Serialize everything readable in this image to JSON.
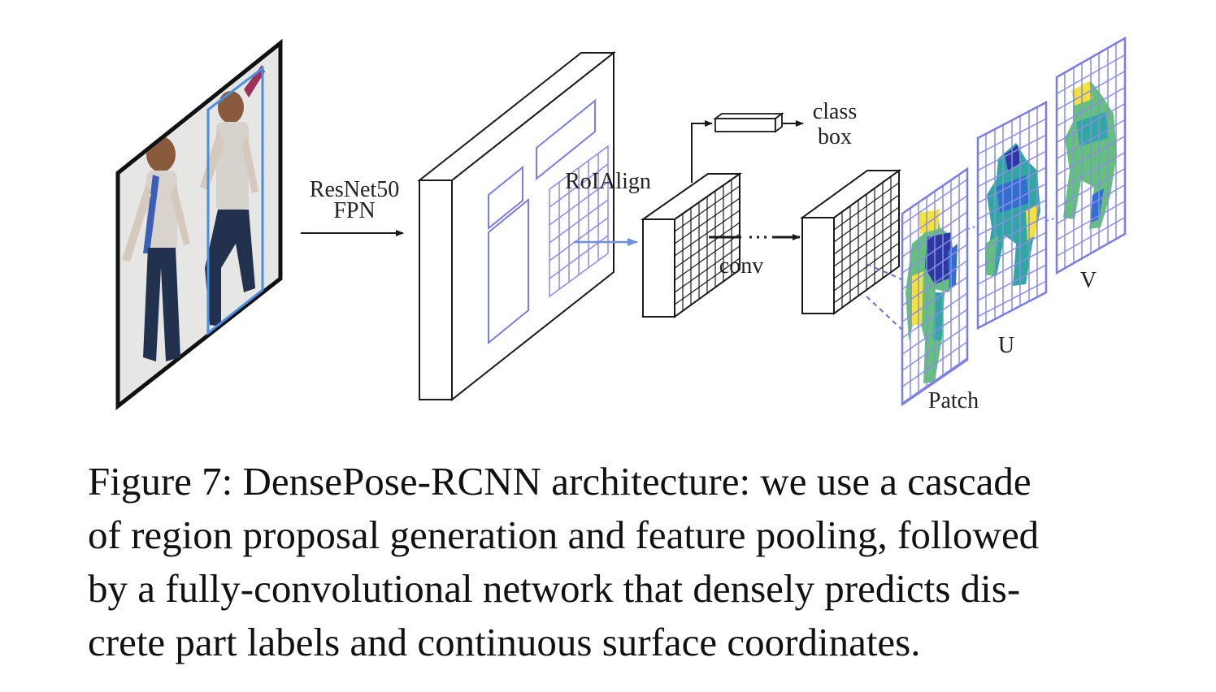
{
  "labels": {
    "backbone_line1": "ResNet50",
    "backbone_line2": "FPN",
    "roialign": "RoIAlign",
    "class": "class",
    "box": "box",
    "conv": "conv",
    "patch": "Patch",
    "u": "U",
    "v": "V"
  },
  "caption": {
    "lines": [
      "Figure 7: DensePose-RCNN architecture: we use a cascade",
      "of region proposal generation and feature pooling, followed",
      "by a fully-convolutional network that densely predicts dis-",
      "crete part labels and continuous surface coordinates."
    ]
  },
  "colors": {
    "stroke": "#1a1a1a",
    "proposal_blue": "#7a7ee0",
    "detection_box": "#4a8fe0",
    "grid_lavender": "#8c8ce6",
    "map_navy": "#2b3aa0",
    "map_blue": "#2f6fd0",
    "map_teal": "#2ea8a0",
    "map_green": "#62c27a",
    "map_yellow": "#f2e23a"
  }
}
